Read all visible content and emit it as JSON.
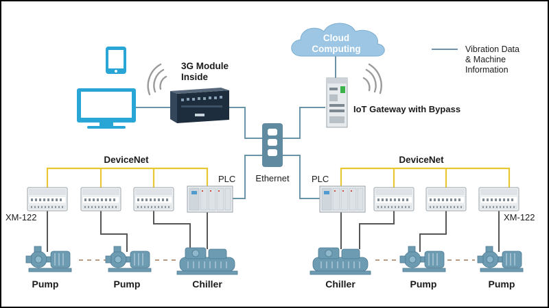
{
  "labels": {
    "cloud_line1": "Cloud",
    "cloud_line2": "Computing",
    "legend_line1": "Vibration Data",
    "legend_line2": "& Machine",
    "legend_line3": "Information",
    "module_line1": "3G Module",
    "module_line2": "Inside",
    "gateway": "IoT Gateway with Bypass",
    "devicenet_left": "DeviceNet",
    "devicenet_right": "DeviceNet",
    "plc_left": "PLC",
    "plc_right": "PLC",
    "ethernet": "Ethernet",
    "xm_left": "XM-122",
    "xm_right": "XM-122",
    "pump_1": "Pump",
    "pump_2": "Pump",
    "chiller_left": "Chiller",
    "chiller_right": "Chiller",
    "pump_3": "Pump",
    "pump_4": "Pump"
  },
  "colors": {
    "devicenet_bus": "#e8c832",
    "network_line": "#6b93a8",
    "cloud_fill": "#9cc6e4",
    "device_icon": "#2aa6d6",
    "machine_icon": "#5f8fa6",
    "module_body": "#1e2d3d",
    "wifi_arc": "#9a9a9a",
    "link_line": "#555555"
  },
  "icons": {
    "phone": "smartphone-icon",
    "monitor": "monitor-icon",
    "module": "3g-module-icon",
    "gateway": "iot-gateway-icon",
    "switch": "ethernet-switch-icon",
    "plc": "plc-icon",
    "xm": "xm-122-module-icon",
    "pump": "pump-icon",
    "chiller": "chiller-icon",
    "cloud": "cloud-icon",
    "wifi": "wifi-signal-icon"
  }
}
